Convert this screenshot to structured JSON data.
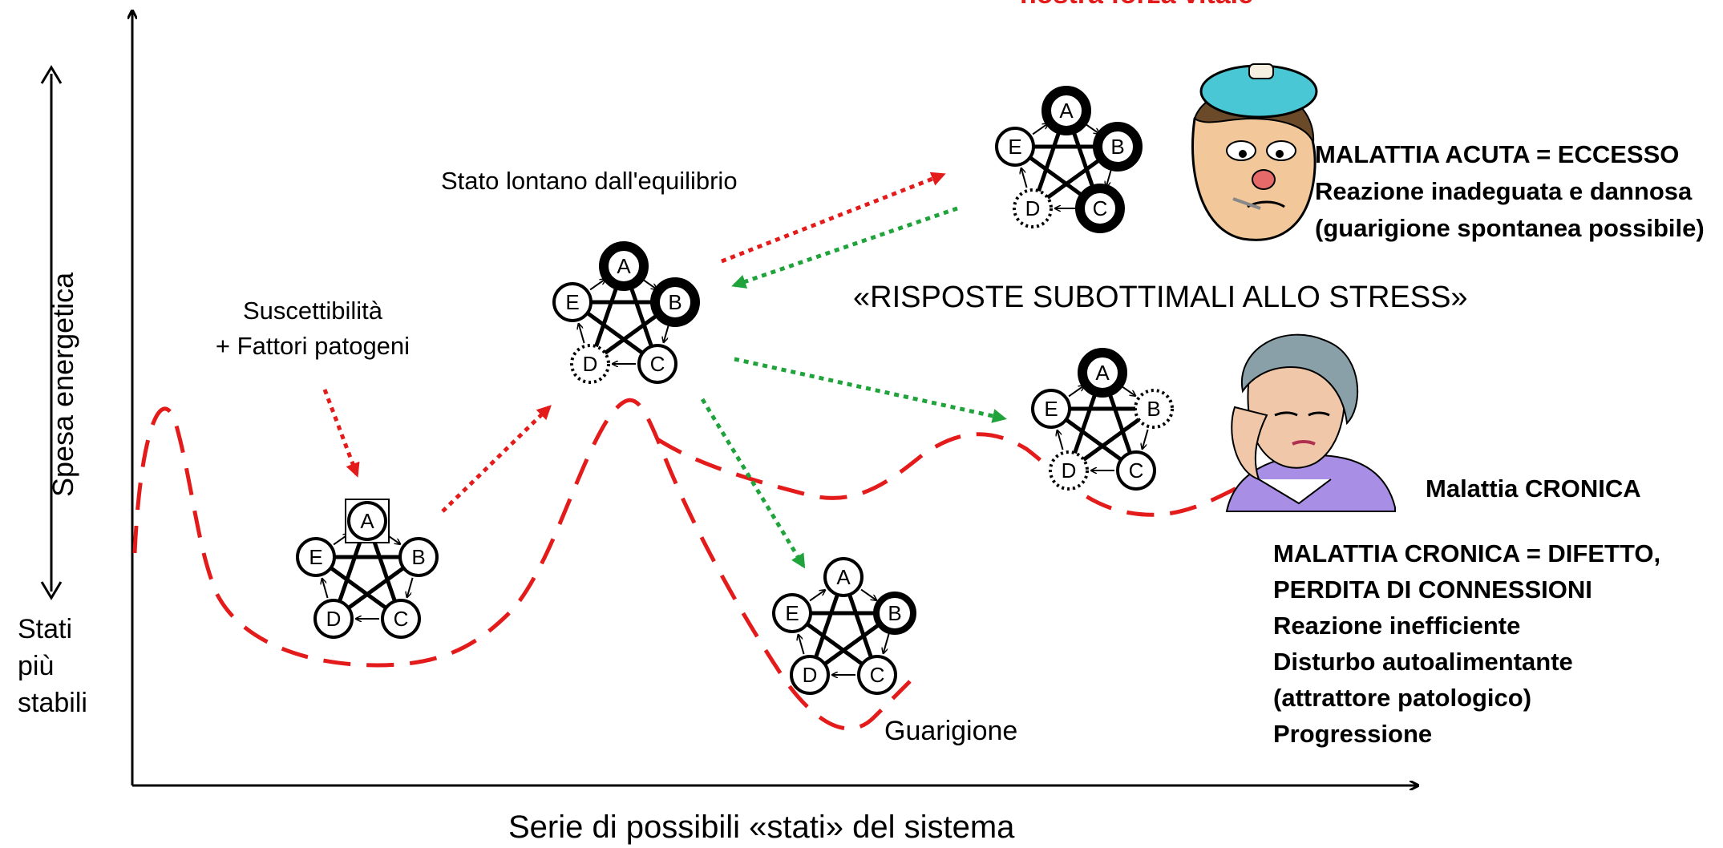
{
  "header": {
    "partial_title": "nostra forza vitale"
  },
  "axes": {
    "y_label": "Spesa energetica",
    "x_label": "Serie di possibili «stati» del sistema",
    "stable_label": [
      "Stati",
      "più",
      "stabili"
    ]
  },
  "labels": {
    "susceptibility": [
      "Suscettibilità",
      "+ Fattori patogeni"
    ],
    "far_from_equilibrium": "Stato lontano dall'equilibrio",
    "suboptimal": "«RISPOSTE SUBOTTIMALI ALLO STRESS»",
    "healing": "Guarigione"
  },
  "acute": {
    "lines": [
      "MALATTIA ACUTA = ECCESSO",
      "Reazione inadeguata e dannosa",
      "(guarigione spontanea possibile)"
    ]
  },
  "chronic": {
    "label": "Malattia CRONICA",
    "lines": [
      "MALATTIA CRONICA = DIFETTO,",
      "PERDITA DI CONNESSIONI",
      "Reazione inefficiente",
      "Disturbo autoalimentante",
      "(attrattore patologico)",
      "Progressione"
    ]
  },
  "networks": [
    {
      "id": "baseline",
      "nodes": {
        "A": "boxed",
        "B": "normal",
        "C": "normal",
        "D": "normal",
        "E": "normal"
      }
    },
    {
      "id": "far-from-equilibrium",
      "nodes": {
        "A": "black",
        "B": "black",
        "C": "normal",
        "D": "dotted",
        "E": "normal"
      }
    },
    {
      "id": "acute",
      "nodes": {
        "A": "black",
        "B": "black",
        "C": "black",
        "D": "dotted",
        "E": "normal"
      }
    },
    {
      "id": "chronic",
      "nodes": {
        "A": "black",
        "B": "dotted",
        "C": "normal",
        "D": "dotted",
        "E": "normal"
      }
    },
    {
      "id": "healing",
      "nodes": {
        "A": "normal",
        "B": "thick",
        "C": "normal",
        "D": "normal",
        "E": "normal"
      }
    }
  ],
  "node_letters": [
    "A",
    "B",
    "C",
    "D",
    "E"
  ],
  "colors": {
    "curve": "#e31b1b",
    "arrow_red": "#e31b1b",
    "arrow_green": "#1fa33a",
    "title_red": "#e31b1b"
  },
  "icons": {
    "sick_man": "sick-man-with-ice-bag-icon",
    "headache_woman": "woman-with-headache-icon"
  }
}
